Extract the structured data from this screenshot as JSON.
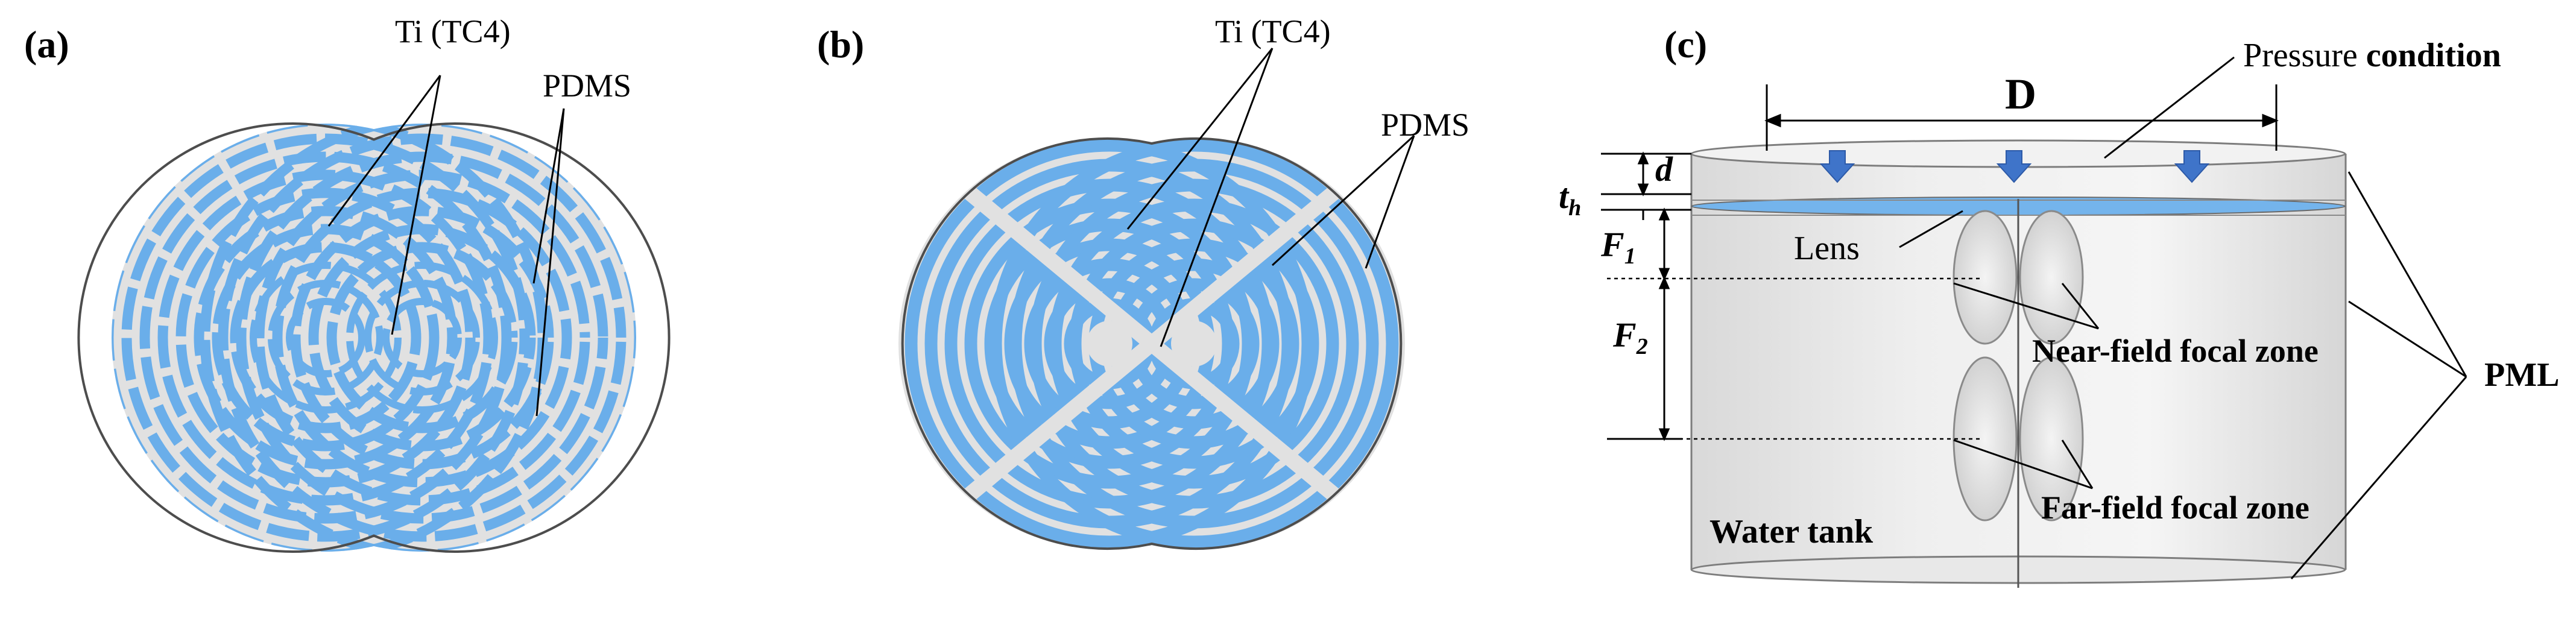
{
  "panels": {
    "a": {
      "tag": "(a)",
      "material_1": "Ti (TC4)",
      "material_2": "PDMS"
    },
    "b": {
      "tag": "(b)",
      "material_1": "Ti (TC4)",
      "material_2": "PDMS"
    },
    "c": {
      "tag": "(c)",
      "diameter_label": "D",
      "pressure_label_normal": "Pressure ",
      "pressure_label_bold": "condition",
      "d_label": "d",
      "th_main": "t",
      "th_sub": "h",
      "f1_main": "F",
      "f1_sub": "1",
      "f2_main": "F",
      "f2_sub": "2",
      "lens_label": "Lens",
      "near_field_label": "Near-field focal zone",
      "far_field_label": "Far-field focal zone",
      "pml_label": "PML",
      "water_tank_label": "Water tank"
    }
  },
  "colors": {
    "blue_fill": "#6aaeea",
    "grey_fill": "#e1e1e1",
    "outline": "#4d4d4d",
    "arrow_blue": "#3f74c9",
    "lens_blue": "#74b4ec"
  }
}
